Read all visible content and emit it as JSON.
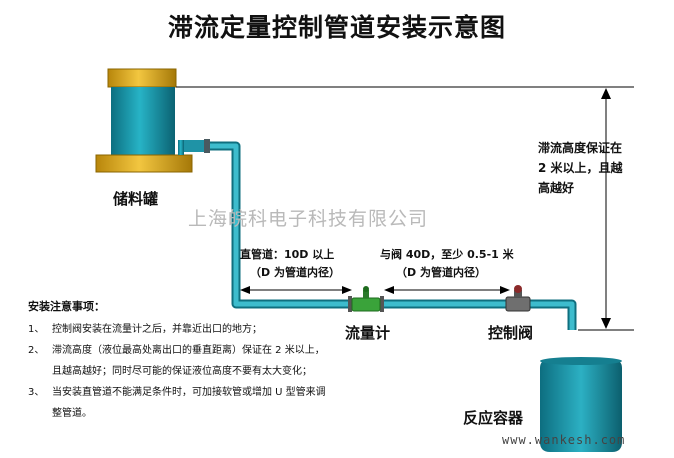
{
  "title": "滞流定量控制管道安装示意图",
  "tank_label": "储料罐",
  "watermark": "上海皖科电子科技有限公司",
  "straight_pipe_upstream": {
    "line1": "直管道：10D 以上",
    "line2": "（D 为管道内径）"
  },
  "straight_pipe_downstream": {
    "line1": "与阀 40D，至少 0.5-1 米",
    "line2": "（D 为管道内径）"
  },
  "height_note": "滞流高度保证在 2 米以上，且越高越好",
  "flowmeter_label": "流量计",
  "valve_label": "控制阀",
  "reactor_label": "反应容器",
  "site_url": "www.wankesh.com",
  "notes": {
    "title": "安装注意事项：",
    "items": [
      {
        "num": "1、",
        "text": "控制阀安装在流量计之后，并靠近出口的地方；"
      },
      {
        "num": "2、",
        "text": "滞流高度（液位最高处离出口的垂直距离）保证在 2 米以上，且越高越好；同时尽可能的保证液位高度不要有太大变化；"
      },
      {
        "num": "3、",
        "text": "当安装直管道不能满足条件时，可加接软管或增加 U 型管来调整管道。"
      }
    ]
  },
  "colors": {
    "tank_body": "#1a9bb0",
    "tank_band": "#e0b01c",
    "pipe": "#2aa6b6",
    "flowmeter": "#3aa33a"
  }
}
